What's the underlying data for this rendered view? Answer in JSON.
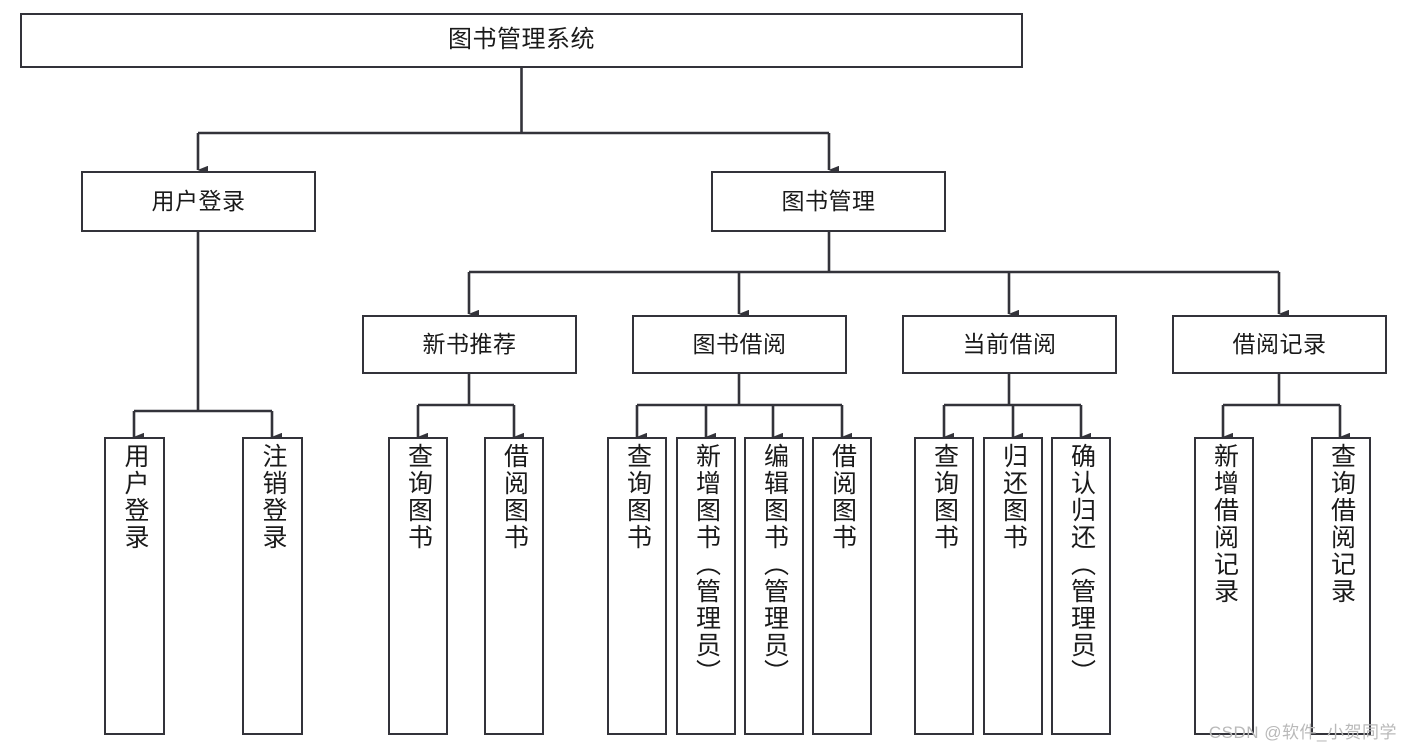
{
  "diagram": {
    "title": "图书管理系统",
    "type": "tree-hierarchy-diagram",
    "colors": {
      "box_border": "#33333a",
      "box_fill": "#ffffff",
      "edge": "#33333a",
      "text": "#1a1a1a",
      "watermark": "#b9b9b9",
      "background": "#ffffff"
    },
    "watermark": "CSDN @软件_小贺同学",
    "levels": {
      "root": {
        "label": "图书管理系统"
      },
      "level1": [
        {
          "id": "user-login",
          "label": "用户登录"
        },
        {
          "id": "book-management",
          "label": "图书管理"
        }
      ],
      "level2": [
        {
          "id": "new-book-recommend",
          "label": "新书推荐",
          "parent": "book-management"
        },
        {
          "id": "book-borrow",
          "label": "图书借阅",
          "parent": "book-management"
        },
        {
          "id": "current-borrow",
          "label": "当前借阅",
          "parent": "book-management"
        },
        {
          "id": "borrow-record",
          "label": "借阅记录",
          "parent": "book-management"
        }
      ],
      "leaves": [
        {
          "id": "leaf-user-login",
          "label": "用户登录",
          "parent": "user-login"
        },
        {
          "id": "leaf-logout-login",
          "label": "注销登录",
          "parent": "user-login"
        },
        {
          "id": "leaf-query-book-1",
          "label": "查询图书",
          "parent": "new-book-recommend"
        },
        {
          "id": "leaf-borrow-book-1",
          "label": "借阅图书",
          "parent": "new-book-recommend"
        },
        {
          "id": "leaf-query-book-2",
          "label": "查询图书",
          "parent": "book-borrow"
        },
        {
          "id": "leaf-add-book",
          "label": "新增图书（管理员）",
          "parent": "book-borrow"
        },
        {
          "id": "leaf-edit-book",
          "label": "编辑图书（管理员）",
          "parent": "book-borrow"
        },
        {
          "id": "leaf-borrow-book-2",
          "label": "借阅图书",
          "parent": "book-borrow"
        },
        {
          "id": "leaf-query-book-3",
          "label": "查询图书",
          "parent": "current-borrow"
        },
        {
          "id": "leaf-return-book",
          "label": "归还图书",
          "parent": "current-borrow"
        },
        {
          "id": "leaf-confirm-return",
          "label": "确认归还（管理员）",
          "parent": "current-borrow"
        },
        {
          "id": "leaf-add-record",
          "label": "新增借阅记录",
          "parent": "borrow-record"
        },
        {
          "id": "leaf-query-record",
          "label": "查询借阅记录",
          "parent": "borrow-record"
        }
      ]
    }
  }
}
